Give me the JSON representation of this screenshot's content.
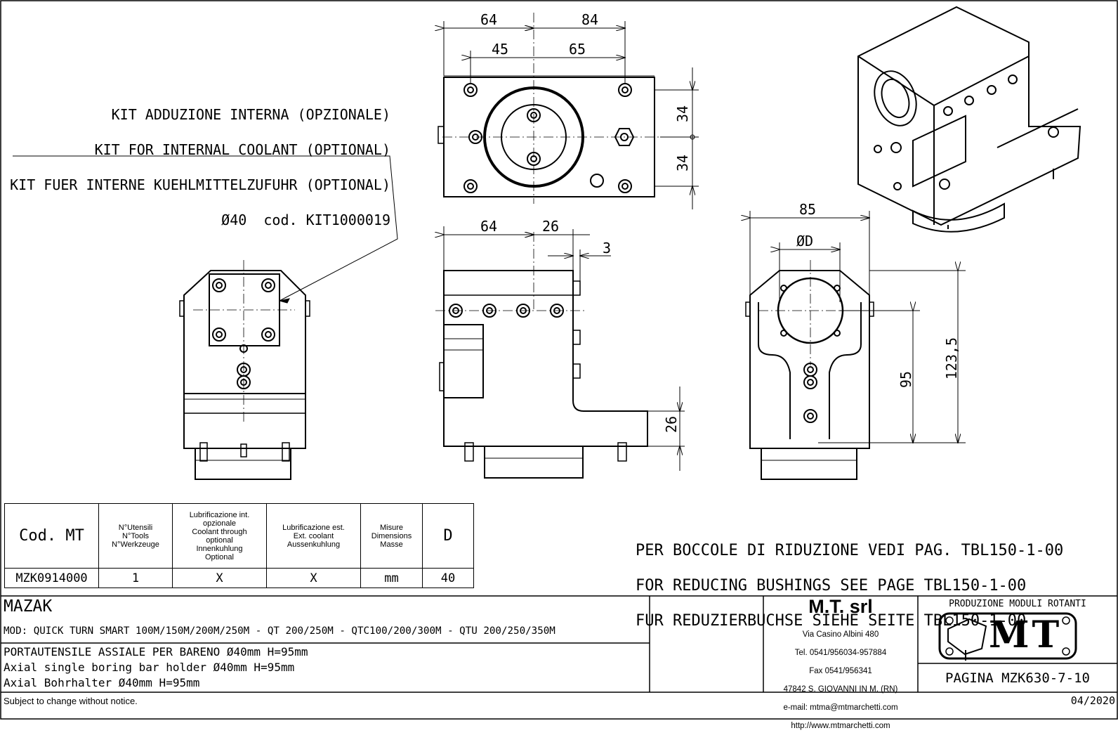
{
  "coolant_note": {
    "it": "KIT ADDUZIONE INTERNA (OPZIONALE)",
    "en": "KIT FOR INTERNAL COOLANT (OPTIONAL)",
    "de": "KIT FUER INTERNE KUEHLMITTELZUFUHR (OPTIONAL)",
    "code": "Ø40  cod. KIT1000019"
  },
  "dimensions": {
    "top_64": "64",
    "top_84": "84",
    "top_45": "45",
    "top_65": "65",
    "top_34a": "34",
    "top_34b": "34",
    "side_64": "64",
    "side_26": "26",
    "side_3": "3",
    "side_26v": "26",
    "right_85": "85",
    "right_od": "ØD",
    "right_95": "95",
    "right_1235": "123,5"
  },
  "bushing_note": {
    "it": "PER BOCCOLE DI RIDUZIONE VEDI PAG. TBL150-1-00",
    "en": "FOR REDUCING BUSHINGS SEE PAGE TBL150-1-00",
    "de": "FUR REDUZIERBUCHSE SIEHE SEITE TBL150-1-00"
  },
  "spec_table": {
    "headers": {
      "code": "Cod. MT",
      "tools": [
        "N°Utensili",
        "N°Tools",
        "N°Werkzeuge"
      ],
      "int_coolant": [
        "Lubrificazione int.",
        "opzionale",
        "Coolant through",
        "optional",
        "Innenkuhlung",
        "Optional"
      ],
      "ext_coolant": [
        "Lubrificazione est.",
        "Ext. coolant",
        "Aussenkuhlung"
      ],
      "dimensions": [
        "Misure",
        "Dimensions",
        "Masse"
      ],
      "d": "D"
    },
    "row": {
      "code": "MZK0914000",
      "tools": "1",
      "int_coolant": "X",
      "ext_coolant": "X",
      "dimensions": "mm",
      "d": "40"
    }
  },
  "title_block": {
    "brand": "MAZAK",
    "models": "MOD: QUICK TURN SMART 100M/150M/200M/250M - QT 200/250M - QTC100/200/300M - QTU 200/250/350M",
    "desc_it": "PORTAUTENSILE ASSIALE PER BARENO Ø40mm H=95mm",
    "desc_en": "Axial single boring bar holder Ø40mm H=95mm",
    "desc_de": "Axial Bohrhalter Ø40mm H=95mm",
    "company": "M.T. srl",
    "address": [
      "Via Casino Albini 480",
      "Tel. 0541/956034-957884",
      "Fax 0541/956341",
      "47842 S. GIOVANNI IN M. (RN)",
      "e-mail: mtma@mtmarchetti.com",
      "http://www.mtmarchetti.com"
    ],
    "production": "PRODUZIONE MODULI ROTANTI",
    "logo_text": "MT",
    "page": "PAGINA MZK630-7-10",
    "disclaimer": "Subject to change without notice.",
    "date": "04/2020"
  }
}
